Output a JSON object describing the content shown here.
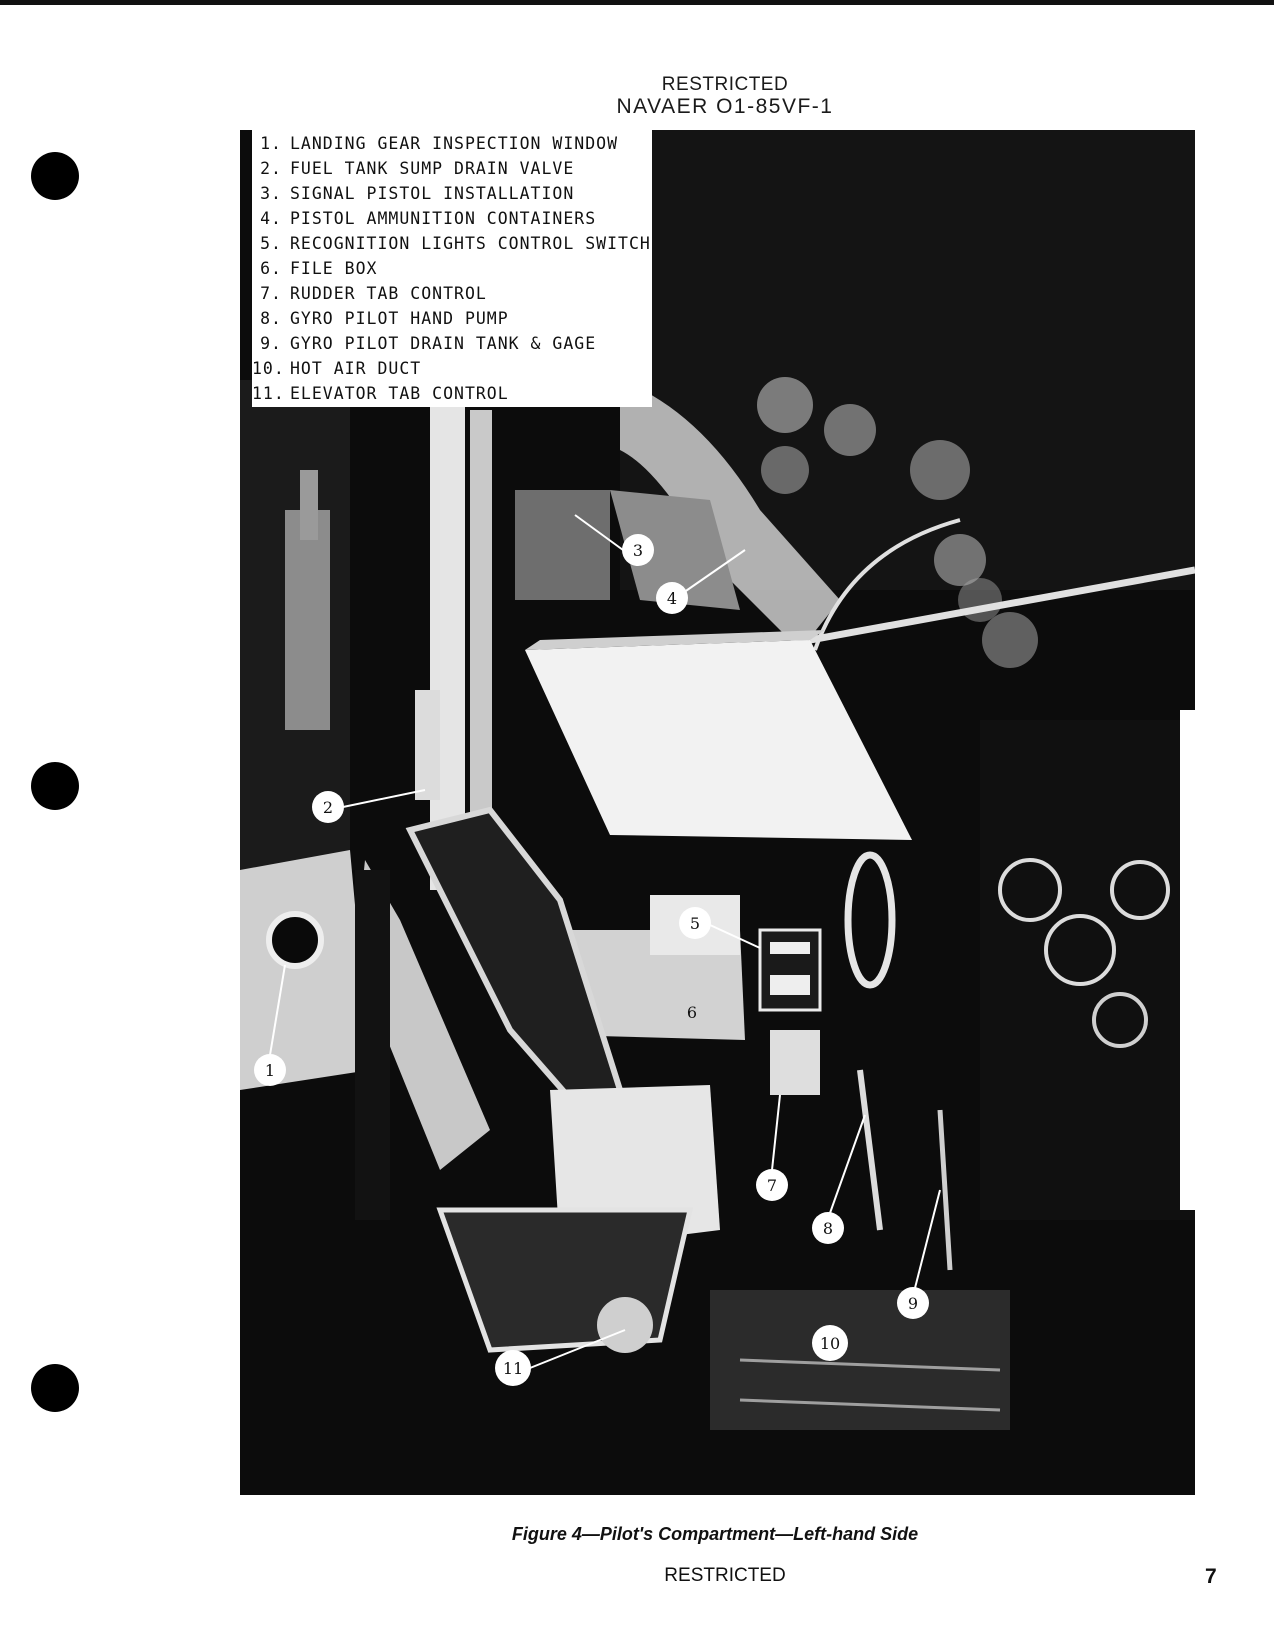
{
  "header": {
    "classification": "RESTRICTED",
    "document_id": "NAVAER O1-85VF-1"
  },
  "legend": {
    "items": [
      {
        "num": "1.",
        "label": "LANDING GEAR INSPECTION WINDOW"
      },
      {
        "num": "2.",
        "label": "FUEL TANK SUMP DRAIN VALVE"
      },
      {
        "num": "3.",
        "label": "SIGNAL PISTOL INSTALLATION"
      },
      {
        "num": "4.",
        "label": "PISTOL AMMUNITION CONTAINERS"
      },
      {
        "num": "5.",
        "label": "RECOGNITION LIGHTS CONTROL SWITCH"
      },
      {
        "num": "6.",
        "label": "FILE BOX"
      },
      {
        "num": "7.",
        "label": "RUDDER TAB CONTROL"
      },
      {
        "num": "8.",
        "label": "GYRO PILOT HAND PUMP"
      },
      {
        "num": "9.",
        "label": "GYRO PILOT DRAIN TANK & GAGE"
      },
      {
        "num": "10.",
        "label": "HOT AIR DUCT"
      },
      {
        "num": "11.",
        "label": "ELEVATOR TAB CONTROL"
      }
    ]
  },
  "callouts": [
    "1",
    "2",
    "3",
    "4",
    "5",
    "6",
    "7",
    "8",
    "9",
    "10",
    "11"
  ],
  "caption": "Figure 4—Pilot's Compartment—Left-hand Side",
  "footer": {
    "classification": "RESTRICTED",
    "page_number": "7"
  }
}
